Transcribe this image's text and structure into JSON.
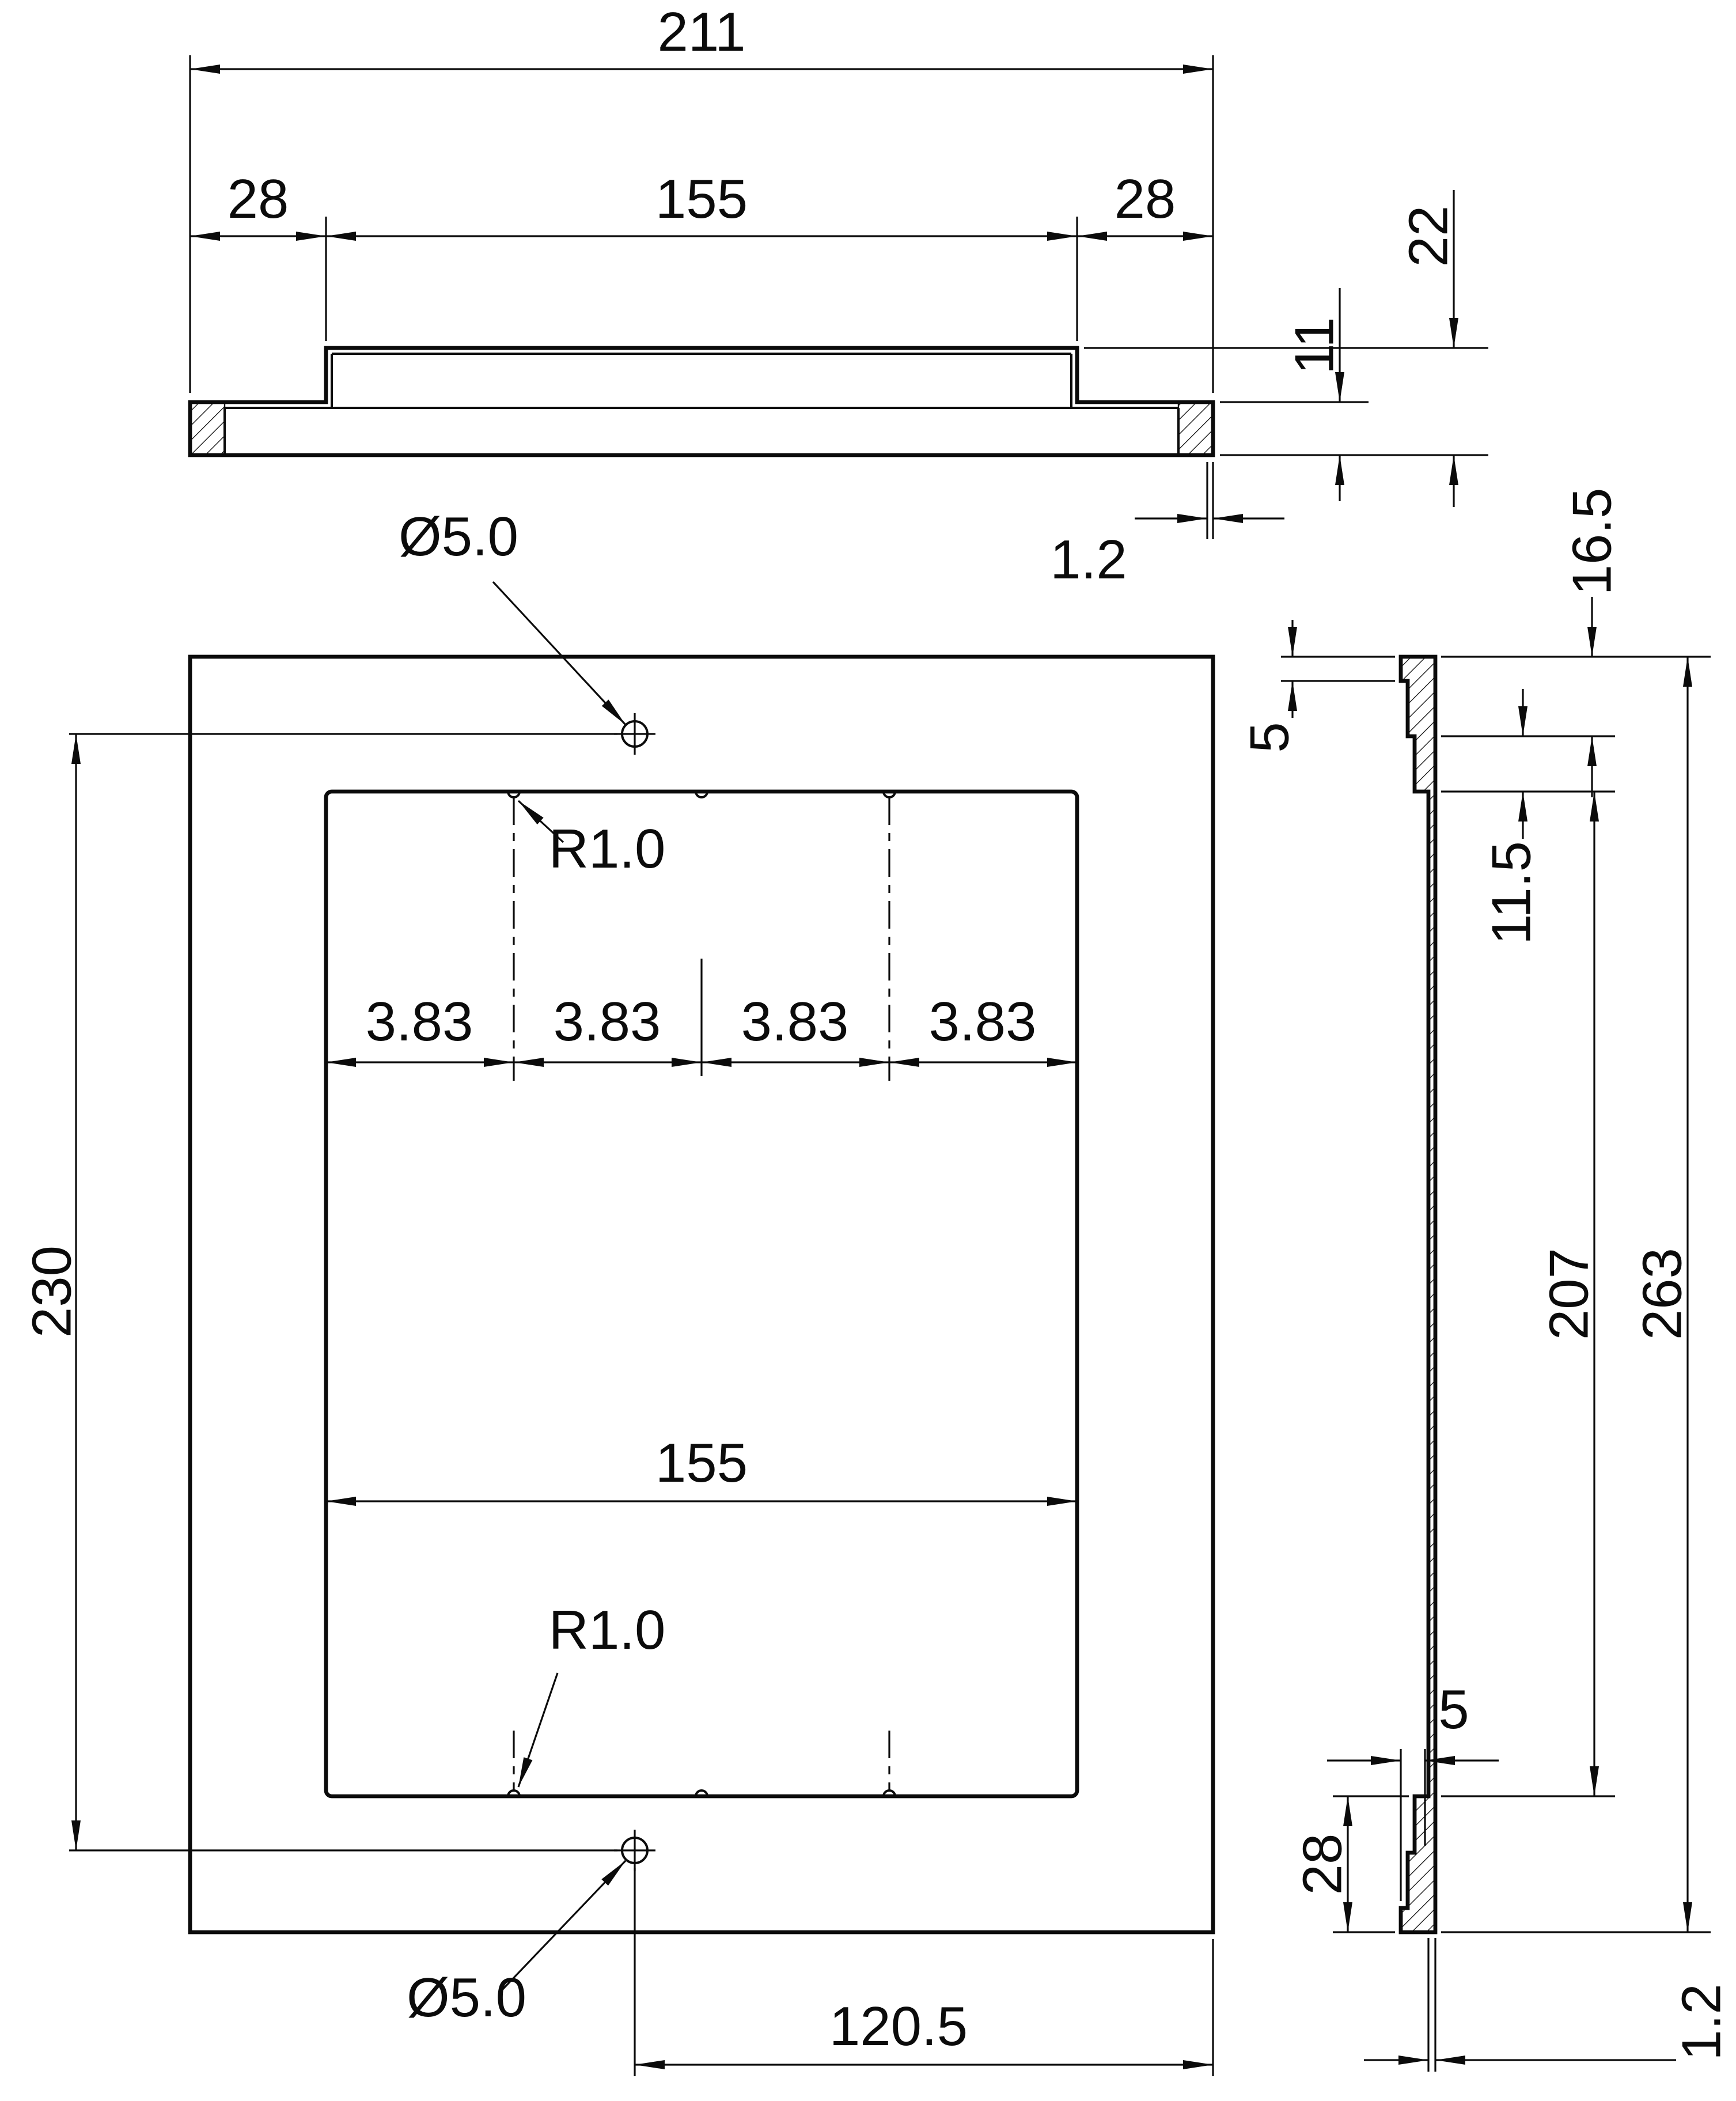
{
  "views": {
    "top": {
      "overall_width": "211",
      "left_flange": "28",
      "center_width": "155",
      "right_flange": "28",
      "section_height": "22",
      "flange_height": "11",
      "wall_thickness": "1.2"
    },
    "front": {
      "hole_top": "Ø5.0",
      "notch_radius_top": "R1.0",
      "slot_pitch": [
        "3.83",
        "3.83",
        "3.83",
        "3.83"
      ],
      "window_width": "155",
      "hole_pitch_vertical": "230",
      "notch_radius_bottom": "R1.0",
      "hole_bottom": "Ø5.0",
      "hole_to_edge": "120.5"
    },
    "side": {
      "top_lip": "5",
      "top_rim_depth": "16.5",
      "top_rim_inner": "11.5",
      "window_height": "207",
      "overall_height": "263",
      "bottom_lip_depth": "5",
      "bottom_rim": "28",
      "panel_thickness": "1.2"
    }
  }
}
